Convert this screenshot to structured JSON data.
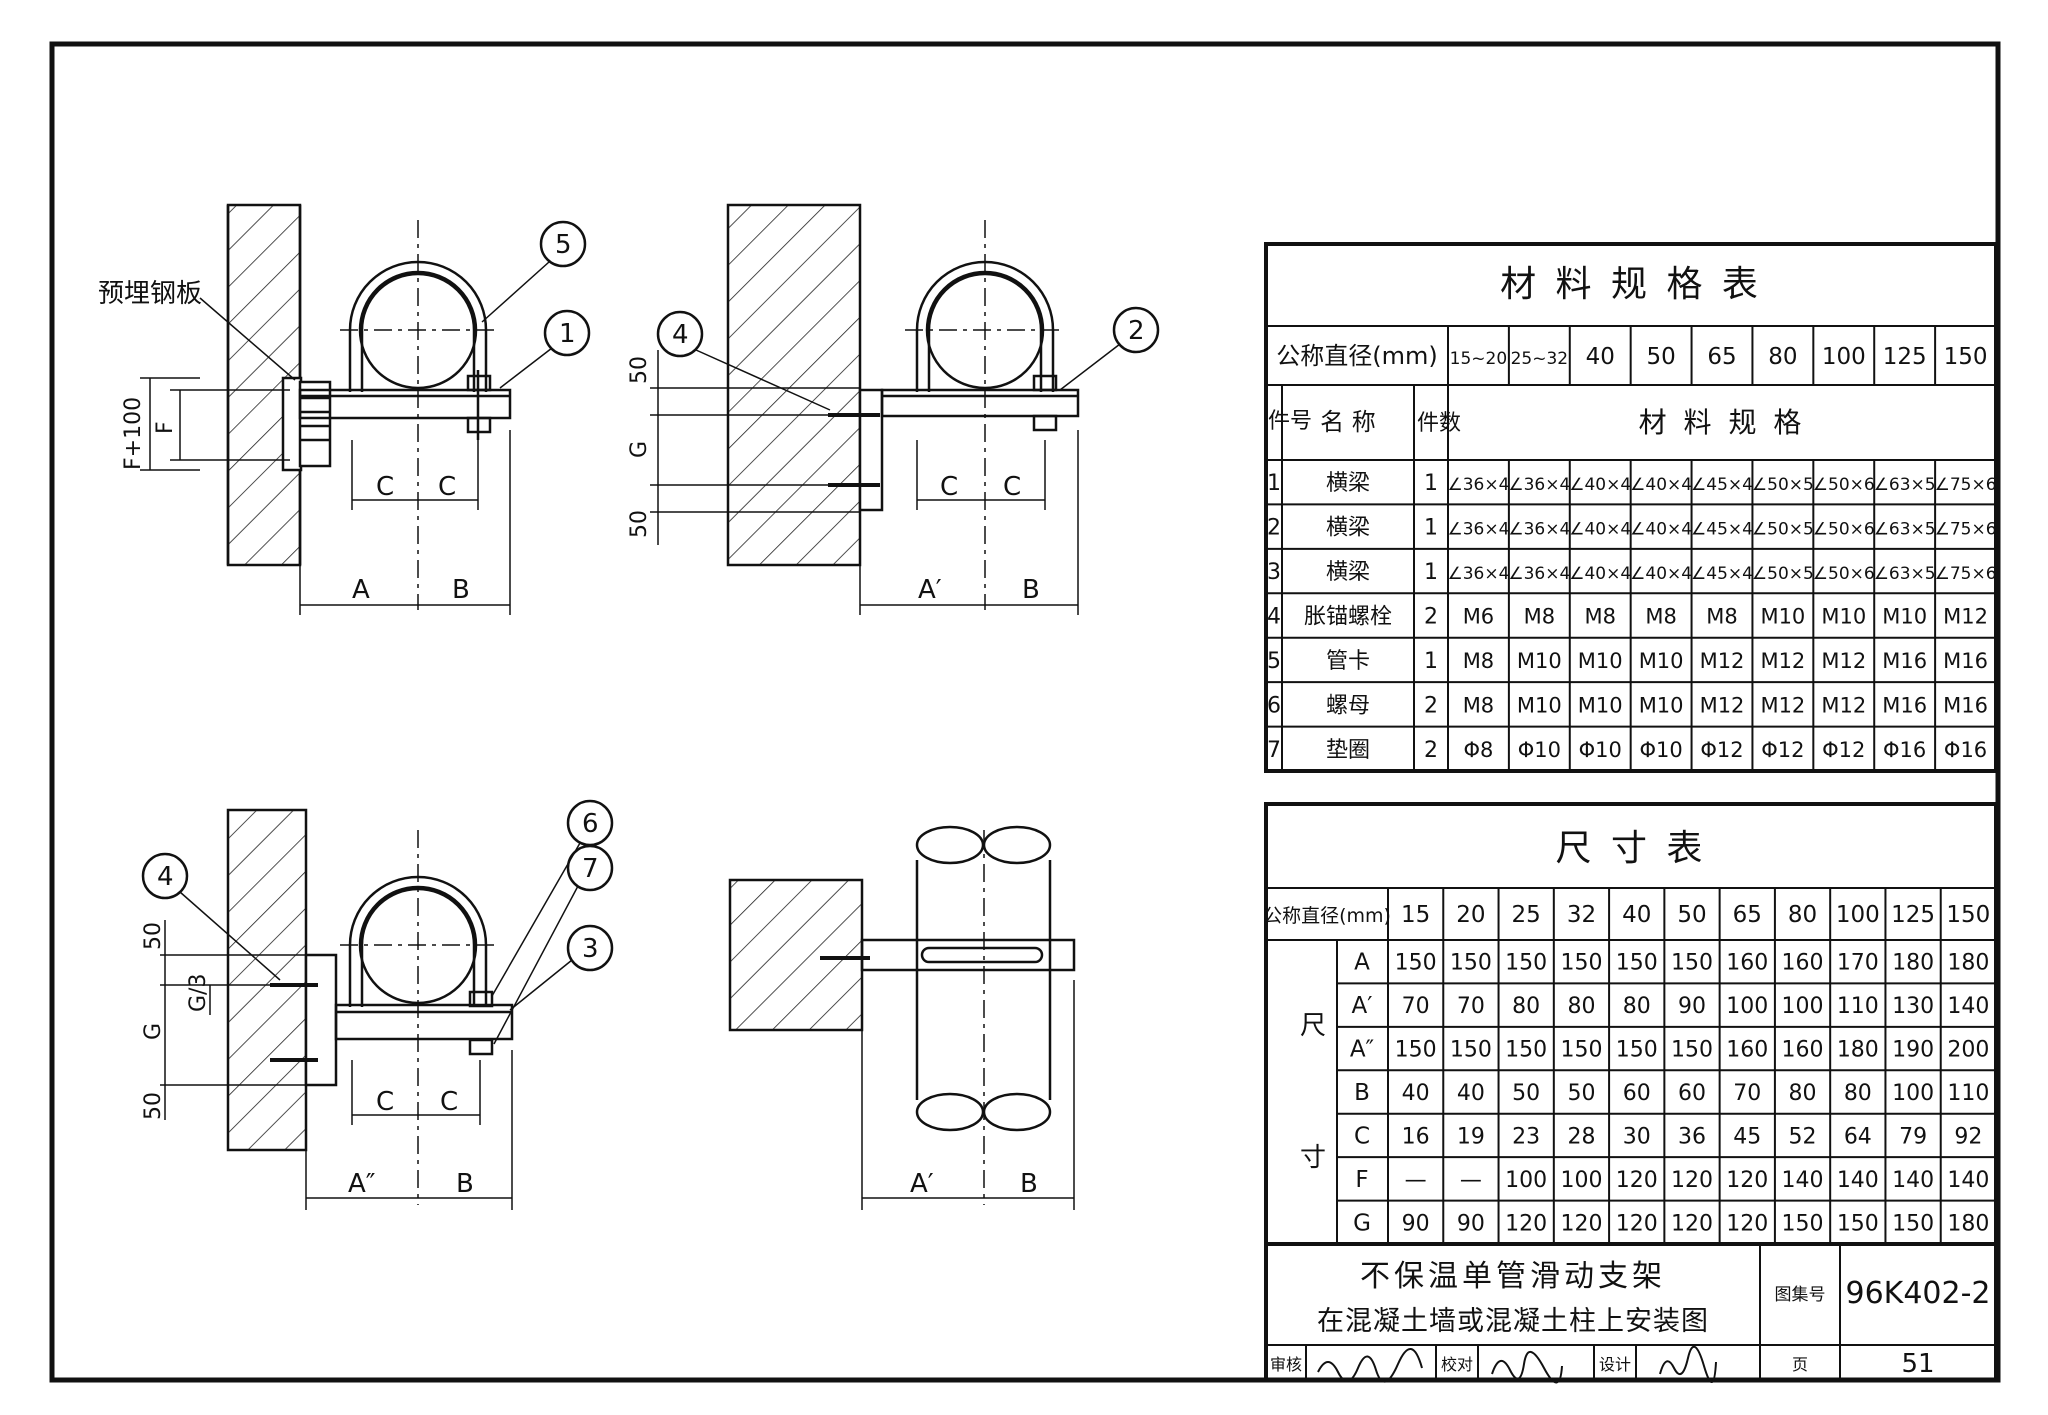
{
  "annotations": {
    "embedded_plate_label": "预埋钢板",
    "balloons": [
      "1",
      "2",
      "3",
      "4",
      "5",
      "6",
      "7"
    ],
    "dims": {
      "A": "A",
      "B": "B",
      "A1": "A′",
      "A2": "A″",
      "C": "C",
      "F": "F",
      "F100": "F+100",
      "G": "G",
      "G3": "G/3",
      "d50": "50"
    }
  },
  "materials_table": {
    "title": "材 料 规 格 表",
    "dn_header": "公称直径(mm)",
    "diameters": [
      "15~20",
      "25~32",
      "40",
      "50",
      "65",
      "80",
      "100",
      "125",
      "150"
    ],
    "col_no": "件号",
    "col_name": "名 称",
    "col_qty": "件数",
    "spec_header": "材 料 规 格",
    "rows": [
      {
        "no": "1",
        "name": "横梁",
        "qty": "1",
        "specs": [
          "∠36×4",
          "∠36×4",
          "∠40×4",
          "∠40×4",
          "∠45×4",
          "∠50×5",
          "∠50×6",
          "∠63×5",
          "∠75×6"
        ]
      },
      {
        "no": "2",
        "name": "横梁",
        "qty": "1",
        "specs": [
          "∠36×4",
          "∠36×4",
          "∠40×4",
          "∠40×4",
          "∠45×4",
          "∠50×5",
          "∠50×6",
          "∠63×5",
          "∠75×6"
        ]
      },
      {
        "no": "3",
        "name": "横梁",
        "qty": "1",
        "specs": [
          "∠36×4",
          "∠36×4",
          "∠40×4",
          "∠40×4",
          "∠45×4",
          "∠50×5",
          "∠50×6",
          "∠63×5",
          "∠75×6"
        ]
      },
      {
        "no": "4",
        "name": "胀锚螺栓",
        "qty": "2",
        "specs": [
          "M6",
          "M8",
          "M8",
          "M8",
          "M8",
          "M10",
          "M10",
          "M10",
          "M12"
        ]
      },
      {
        "no": "5",
        "name": "管卡",
        "qty": "1",
        "specs": [
          "M8",
          "M10",
          "M10",
          "M10",
          "M12",
          "M12",
          "M12",
          "M16",
          "M16"
        ]
      },
      {
        "no": "6",
        "name": "螺母",
        "qty": "2",
        "specs": [
          "M8",
          "M10",
          "M10",
          "M10",
          "M12",
          "M12",
          "M12",
          "M16",
          "M16"
        ]
      },
      {
        "no": "7",
        "name": "垫圈",
        "qty": "2",
        "specs": [
          "Φ8",
          "Φ10",
          "Φ10",
          "Φ10",
          "Φ12",
          "Φ12",
          "Φ12",
          "Φ16",
          "Φ16"
        ]
      }
    ]
  },
  "dimension_table": {
    "title": "尺 寸 表",
    "dn_header": "公称直径(mm)",
    "diameters": [
      "15",
      "20",
      "25",
      "32",
      "40",
      "50",
      "65",
      "80",
      "100",
      "125",
      "150"
    ],
    "group_label_1": "尺",
    "group_label_2": "寸",
    "rows": [
      {
        "label": "A",
        "values": [
          "150",
          "150",
          "150",
          "150",
          "150",
          "150",
          "160",
          "160",
          "170",
          "180",
          "180"
        ]
      },
      {
        "label": "A′",
        "values": [
          "70",
          "70",
          "80",
          "80",
          "80",
          "90",
          "100",
          "100",
          "110",
          "130",
          "140"
        ]
      },
      {
        "label": "A″",
        "values": [
          "150",
          "150",
          "150",
          "150",
          "150",
          "150",
          "160",
          "160",
          "180",
          "190",
          "200"
        ]
      },
      {
        "label": "B",
        "values": [
          "40",
          "40",
          "50",
          "50",
          "60",
          "60",
          "70",
          "80",
          "80",
          "100",
          "110"
        ]
      },
      {
        "label": "C",
        "values": [
          "16",
          "19",
          "23",
          "28",
          "30",
          "36",
          "45",
          "52",
          "64",
          "79",
          "92"
        ]
      },
      {
        "label": "F",
        "values": [
          "—",
          "—",
          "100",
          "100",
          "120",
          "120",
          "120",
          "140",
          "140",
          "140",
          "140"
        ]
      },
      {
        "label": "G",
        "values": [
          "90",
          "90",
          "120",
          "120",
          "120",
          "120",
          "120",
          "150",
          "150",
          "150",
          "180"
        ]
      }
    ]
  },
  "title_block": {
    "title_line1": "不保温单管滑动支架",
    "title_line2": "在混凝土墙或混凝土柱上安装图",
    "atlas_label": "图集号",
    "atlas_no": "96K402-2",
    "review_label": "审核",
    "check_label": "校对",
    "design_label": "设计",
    "page_label": "页",
    "page_no": "51"
  }
}
